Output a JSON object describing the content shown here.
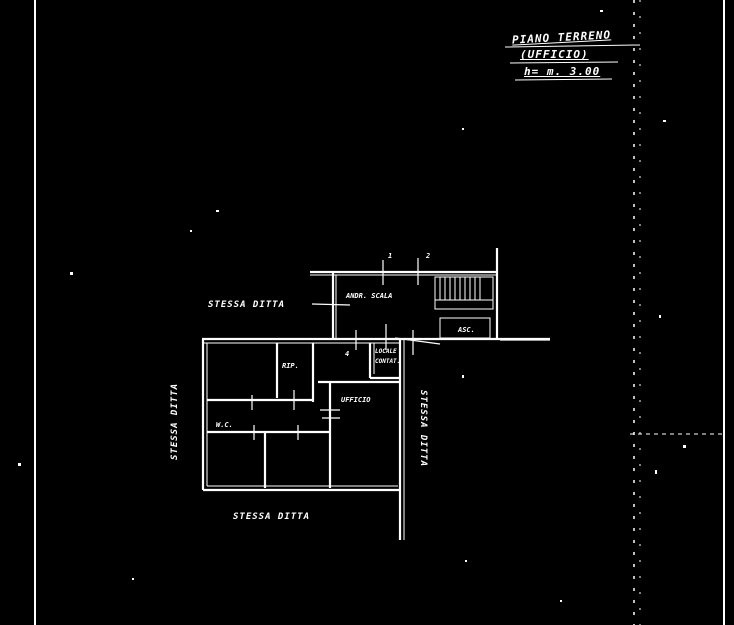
{
  "title_block": {
    "line1": "PIANO TERRENO",
    "line2": "(UFFICIO)",
    "line3": "h= m. 3.00"
  },
  "neighbours": {
    "top": "STESSA DITTA",
    "left": "STESSA DITTA",
    "bottom": "STESSA DITTA",
    "right": "STESSA DITTA"
  },
  "rooms": {
    "hall": "ANDR. SCALA",
    "lift": "ASC.",
    "storage": "RIP.",
    "office": "UFFICIO",
    "wc": "W.C.",
    "meter_room_1": "LOCALE",
    "meter_room_2": "CONTAT."
  },
  "section_marks": {
    "m1": "1",
    "m2": "2",
    "m4": "4"
  },
  "colors": {
    "background": "#000000",
    "lines": "#ffffff"
  }
}
